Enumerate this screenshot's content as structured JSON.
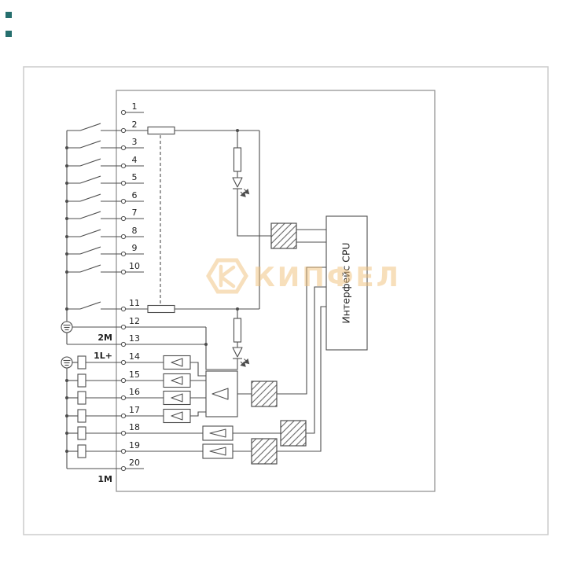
{
  "page": {
    "background": "#ffffff",
    "border_color": "#cccccc"
  },
  "decor": {
    "bullet_color": "#266f6e"
  },
  "diagram": {
    "line_color": "#4d4d4d",
    "module_border_color": "#8c8c8c",
    "terminals": {
      "labels": [
        "1",
        "2",
        "3",
        "4",
        "5",
        "6",
        "7",
        "8",
        "9",
        "10",
        "11",
        "12",
        "13",
        "14",
        "15",
        "16",
        "17",
        "18",
        "19",
        "20"
      ]
    },
    "labels": {
      "group2_common": "2M",
      "group1_supply": "1L+",
      "group1_common": "1M"
    },
    "cpu_block": {
      "label": "Интерфейс CPU"
    }
  },
  "watermark": {
    "text": "КИПФЕЛ",
    "color": "#f0c07a"
  }
}
